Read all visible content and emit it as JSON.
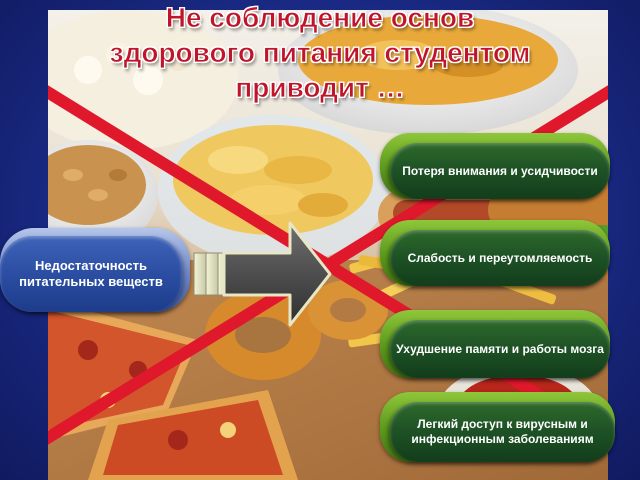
{
  "title": {
    "line1": "Не соблюдение основ",
    "line2": "здорового питания студентом",
    "line3": "приводит …"
  },
  "cause": "Недостаточность питательных веществ",
  "effects": [
    "Потеря внимания и усидчивости",
    "Слабость и переутомляемость",
    "Ухудшение памяти и работы мозга",
    "Легкий доступ к вирусным и инфекционным заболеваниям"
  ],
  "colors": {
    "background": "#1a2a85",
    "title": "#c0142a",
    "cross": "#e0182c",
    "effect_pill": "#1f5326",
    "cause_pill": "#2b4ea3"
  }
}
